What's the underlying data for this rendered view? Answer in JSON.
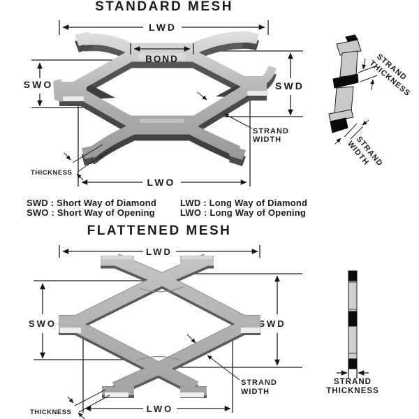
{
  "standard_mesh": {
    "title": "STANDARD MESH",
    "dims": {
      "lwd": "LWD",
      "bond": "BOND",
      "swo": "SWO",
      "swd": "SWD",
      "lwo": "LWO"
    },
    "callouts": {
      "strand_width_1": "STRAND",
      "strand_width_2": "WIDTH",
      "thickness": "THICKNESS"
    },
    "profile": {
      "strand_thickness_1": "STRAND",
      "strand_thickness_2": "THICKNESS",
      "strand_width_1": "STRAND",
      "strand_width_2": "WIDTH"
    }
  },
  "legend": {
    "rows": [
      {
        "left": "SWD : Short Way of Diamond",
        "right": "LWD : Long Way of Diamond"
      },
      {
        "left": "SWO : Short Way of Opening",
        "right": "LWO : Long Way of Opening"
      }
    ]
  },
  "flattened_mesh": {
    "title": "FLATTENED MESH",
    "dims": {
      "lwd": "LWD",
      "swo": "SWO",
      "swd": "SWD",
      "lwo": "LWO"
    },
    "callouts": {
      "strand_width_1": "STRAND",
      "strand_width_2": "WIDTH",
      "thickness": "THICKNESS"
    },
    "profile": {
      "strand_thickness_1": "STRAND",
      "strand_thickness_2": "THICKNESS"
    }
  },
  "colors": {
    "background": "#ffffff",
    "ink": "#1c1c1c",
    "metal_light": "#d8d8d8",
    "metal_mid": "#b0b0b0",
    "metal_dark": "#4a4a4a",
    "profile_black": "#0b0b0b"
  }
}
